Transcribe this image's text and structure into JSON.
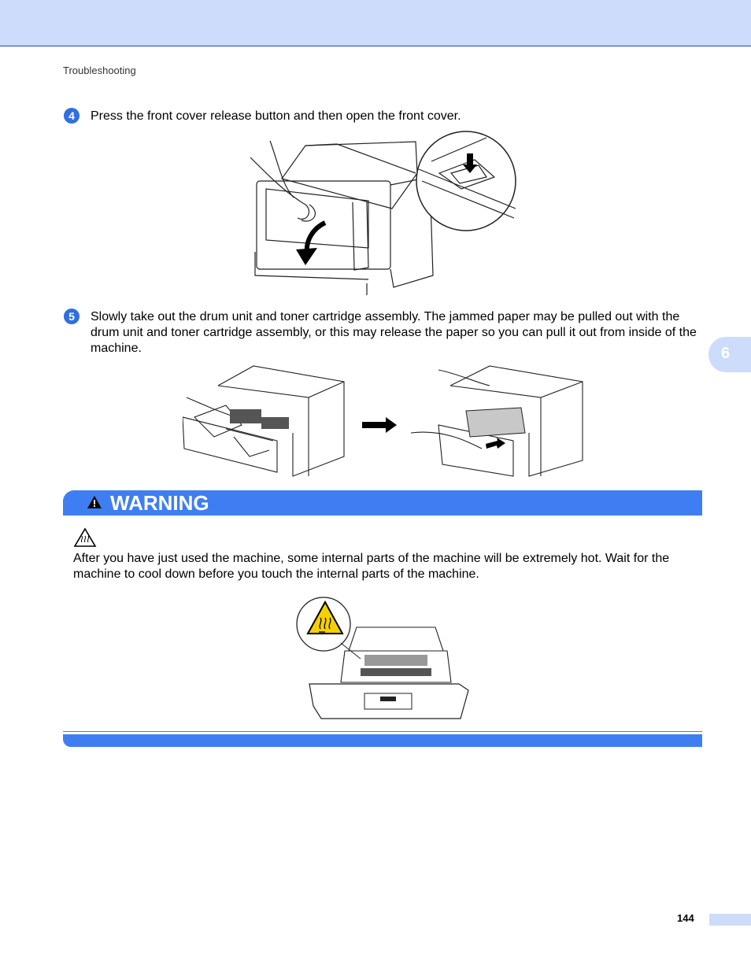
{
  "header": {
    "section": "Troubleshooting"
  },
  "chapter_tab": "6",
  "steps": [
    {
      "number": "4",
      "text": "Press the front cover release button and then open the front cover."
    },
    {
      "number": "5",
      "text": "Slowly take out the drum unit and toner cartridge assembly. The jammed paper may be pulled out with the drum unit and toner cartridge assembly, or this may release the paper so you can pull it out from inside of the machine."
    }
  ],
  "warning": {
    "title": "WARNING",
    "text": "After you have just used the machine, some internal parts of the machine will be extremely hot. Wait for the machine to cool down before you touch the internal parts of the machine."
  },
  "footer": {
    "page_number": "144"
  },
  "colors": {
    "accent": "#3f7ef2",
    "band": "#cddcfa",
    "step": "#2f6fe0",
    "hot_warning": "#f5d000"
  }
}
